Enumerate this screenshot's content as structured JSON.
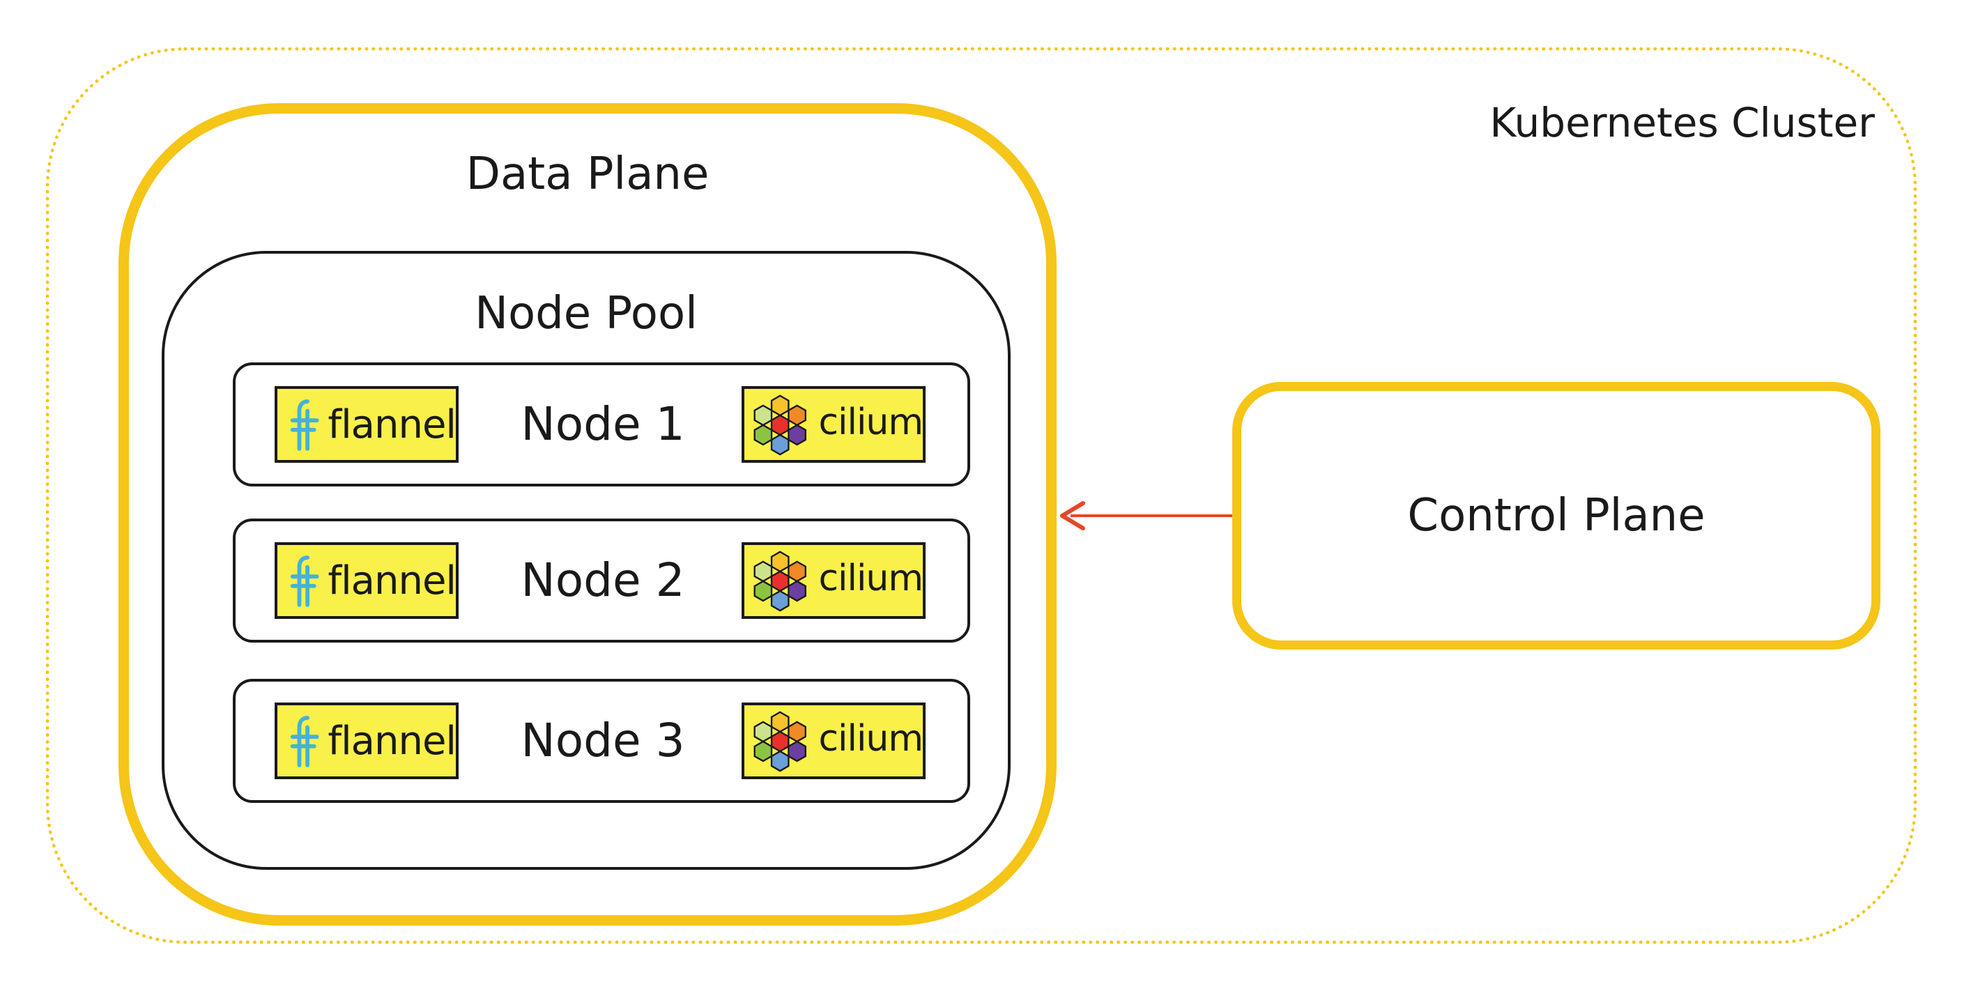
{
  "colors": {
    "boundary_yellow": "#F5C518",
    "logo_yellow": "#F9F04A",
    "arrow_red": "#E8452C",
    "outline": "#1a1a1a"
  },
  "cluster": {
    "label": "Kubernetes Cluster"
  },
  "data_plane": {
    "label": "Data Plane",
    "node_pool": {
      "label": "Node Pool",
      "nodes": [
        {
          "label": "Node 1",
          "left_logo": "flannel",
          "right_logo": "cilium"
        },
        {
          "label": "Node 2",
          "left_logo": "flannel",
          "right_logo": "cilium"
        },
        {
          "label": "Node 3",
          "left_logo": "flannel",
          "right_logo": "cilium"
        }
      ]
    }
  },
  "control_plane": {
    "label": "Control Plane"
  },
  "edges": [
    {
      "from": "Control Plane",
      "to": "Data Plane",
      "style": "arrow"
    }
  ],
  "icons": {
    "flannel": "flannel-logo-icon",
    "cilium": "cilium-logo-icon",
    "arrow": "arrow-left-icon"
  }
}
